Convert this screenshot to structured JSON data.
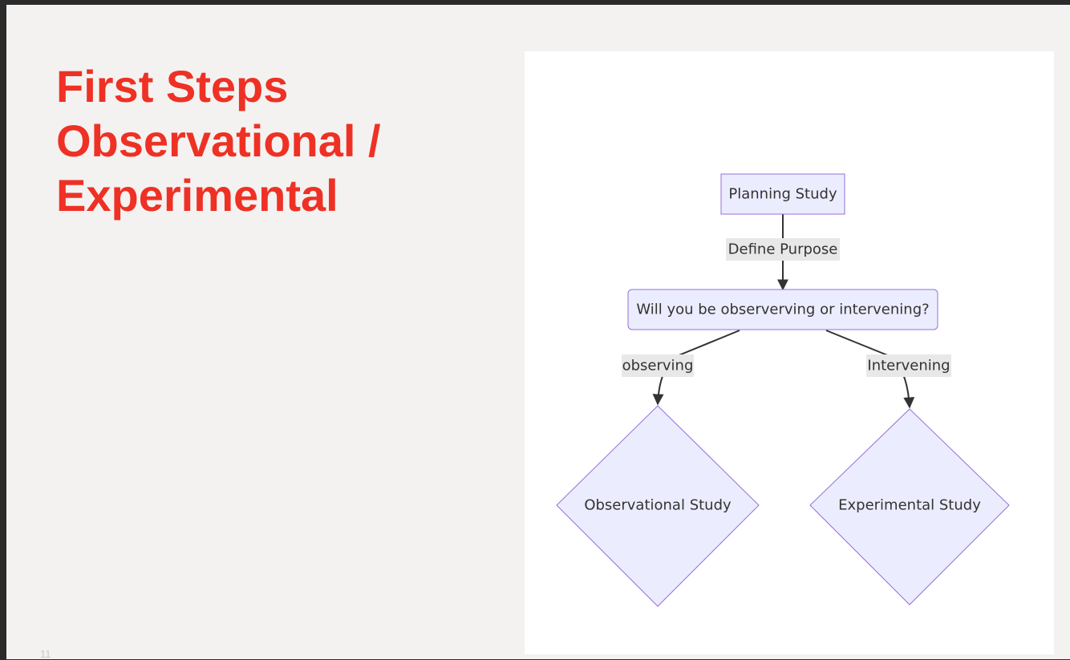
{
  "slide": {
    "title_lines": [
      "First Steps",
      "Observational /",
      "Experimental"
    ],
    "page_number": "11"
  },
  "diagram": {
    "nodes": {
      "planning": "Planning Study",
      "question": "Will you be observerving or intervening?",
      "observational": "Observational Study",
      "experimental": "Experimental Study"
    },
    "edges": {
      "define_purpose": "Define Purpose",
      "observing": "observing",
      "intervening": "Intervening"
    },
    "colors": {
      "node_fill": "#ECECFF",
      "node_stroke": "#9370DB",
      "edge": "#333333",
      "edge_label_bg": "#e8e8e8",
      "title": "#ee3124"
    }
  }
}
